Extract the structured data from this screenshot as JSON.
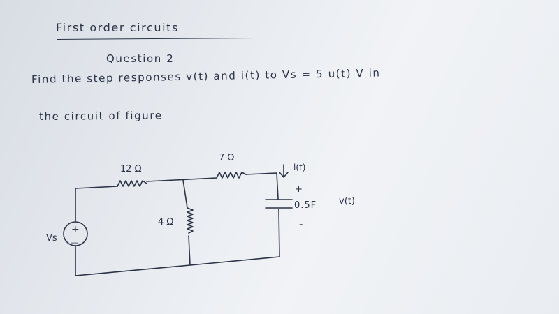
{
  "heading": {
    "title": "First order circuits",
    "question": "Question 2"
  },
  "problem": {
    "line1": "Find   the   step  responses   v(t)  and  i(t)  to Vs = 5 u(t) V  in",
    "line2": "the circuit of figure"
  },
  "circuit": {
    "r1_label": "12 Ω",
    "r2_label": "7 Ω",
    "r3_label": "4 Ω",
    "current_label": "i(t)",
    "cap_plus": "+",
    "cap_label": "0.5F",
    "cap_voltage_label": "v(t)",
    "cap_minus": "-",
    "source_label": "Vs",
    "source_plus": "+",
    "source_minus": "—"
  }
}
